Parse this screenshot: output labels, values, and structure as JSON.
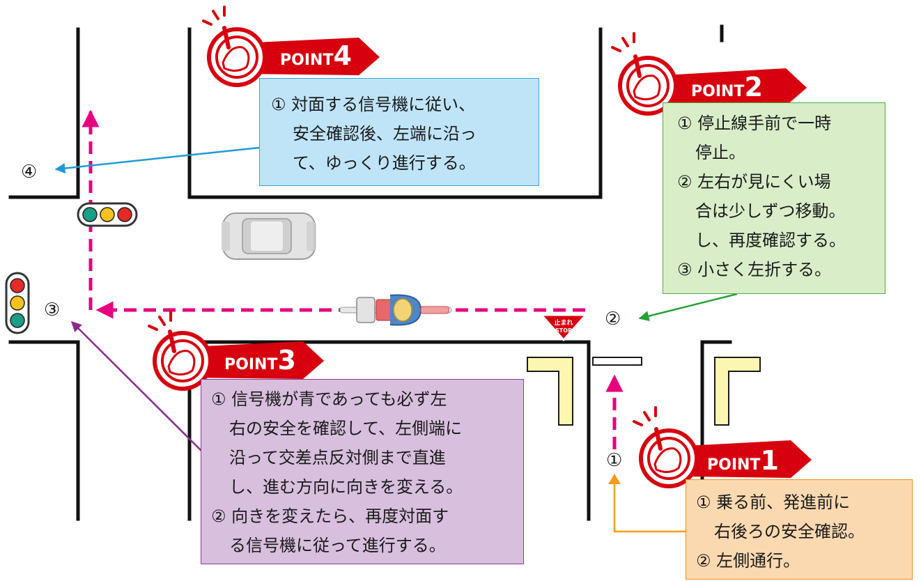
{
  "point_badges": {
    "p1": {
      "word": "POINT",
      "num": "1"
    },
    "p2": {
      "word": "POINT",
      "num": "2"
    },
    "p3": {
      "word": "POINT",
      "num": "3"
    },
    "p4": {
      "word": "POINT",
      "num": "4"
    }
  },
  "boxes": {
    "point4": [
      "① 対面する信号機に従い、",
      "安全確認後、左端に沿っ",
      "て、ゆっくり進行する。"
    ],
    "point2": [
      "① 停止線手前で一時",
      "停止。",
      "② 左右が見にくい場",
      "合は少しずつ移動。",
      "し、再度確認する。",
      "③ 小さく左折する。"
    ],
    "point3": [
      "① 信号機が青であっても必ず左",
      "右の安全を確認して、左側端に",
      "沿って交差点反対側まで直進",
      "し、進む方向に向きを変える。",
      "② 向きを変えたら、再度対面す",
      "る信号機に従って進行する。"
    ],
    "point1": [
      "① 乗る前、発進前に",
      "右後ろの安全確認。",
      "② 左側通行。"
    ]
  },
  "markers": {
    "m1": "①",
    "m2": "②",
    "m3": "③",
    "m4": "④"
  },
  "stop_sign": {
    "jp": "止まれ",
    "en": "STOP"
  },
  "colors": {
    "path_pink": "#e6007e",
    "badge_red": "#d7000f",
    "box4_fill": "#bfe4f7",
    "box4_border": "#31a5d8",
    "arrow4": "#1e9ad6",
    "box2_fill": "#d9edc9",
    "box2_border": "#4cab3f",
    "arrow2": "#25a035",
    "box3_fill": "#d8bfde",
    "box3_border": "#8a3d91",
    "arrow3": "#8a2a8c",
    "box1_fill": "#fbd9b0",
    "box1_border": "#ef8d1a",
    "arrow1": "#f39d1a",
    "corner_yellow": "#fdf6b0"
  }
}
